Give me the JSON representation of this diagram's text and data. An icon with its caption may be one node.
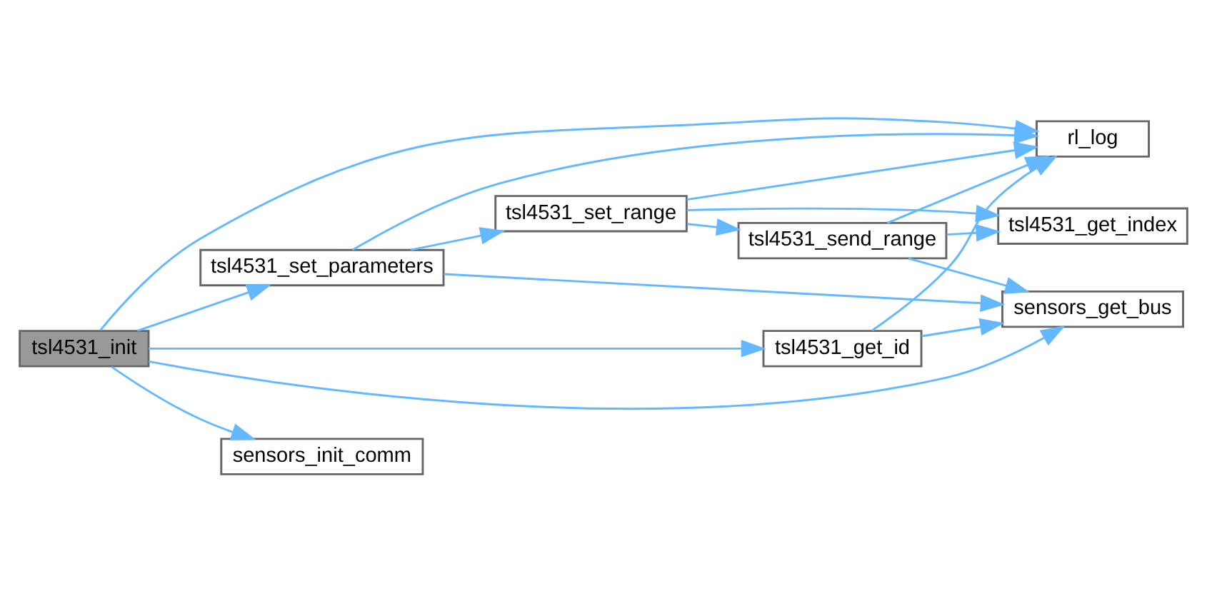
{
  "diagram": {
    "nodes": [
      {
        "text": [
          "tsl4531_init"
        ]
      },
      {
        "text": [
          "tsl4531_get_id"
        ]
      },
      {
        "text": [
          "rl_log"
        ]
      },
      {
        "text": [
          "tsl4531_set_parameters"
        ]
      },
      {
        "text": [
          "tsl4531_set_range"
        ]
      },
      {
        "text": [
          "tsl4531_send_range"
        ]
      },
      {
        "text": [
          "tsl4531_get_index"
        ]
      },
      {
        "text": [
          "sensors_get_bus"
        ]
      },
      {
        "text": [
          "sensors_init_comm"
        ]
      }
    ],
    "edges": [
      {
        "from": 0,
        "to": 2,
        "arrow": "to"
      },
      {
        "from": 0,
        "to": 1,
        "arrow": "to"
      },
      {
        "from": 0,
        "to": 3,
        "arrow": "to"
      },
      {
        "from": 0,
        "to": 7,
        "arrow": "to"
      },
      {
        "from": 0,
        "to": 8,
        "arrow": "to"
      },
      {
        "from": 1,
        "to": 2,
        "arrow": "to"
      },
      {
        "from": 1,
        "to": 7,
        "arrow": "to"
      },
      {
        "from": 3,
        "to": 2,
        "arrow": "to"
      },
      {
        "from": 3,
        "to": 4,
        "arrow": "to"
      },
      {
        "from": 3,
        "to": 7,
        "arrow": "to"
      },
      {
        "from": 4,
        "to": 2,
        "arrow": "to"
      },
      {
        "from": 4,
        "to": 5,
        "arrow": "to"
      },
      {
        "from": 4,
        "to": 6,
        "arrow": "to"
      },
      {
        "from": 5,
        "to": 2,
        "arrow": "to"
      },
      {
        "from": 5,
        "to": 6,
        "arrow": "to"
      },
      {
        "from": 5,
        "to": 7,
        "arrow": "to"
      }
    ]
  }
}
